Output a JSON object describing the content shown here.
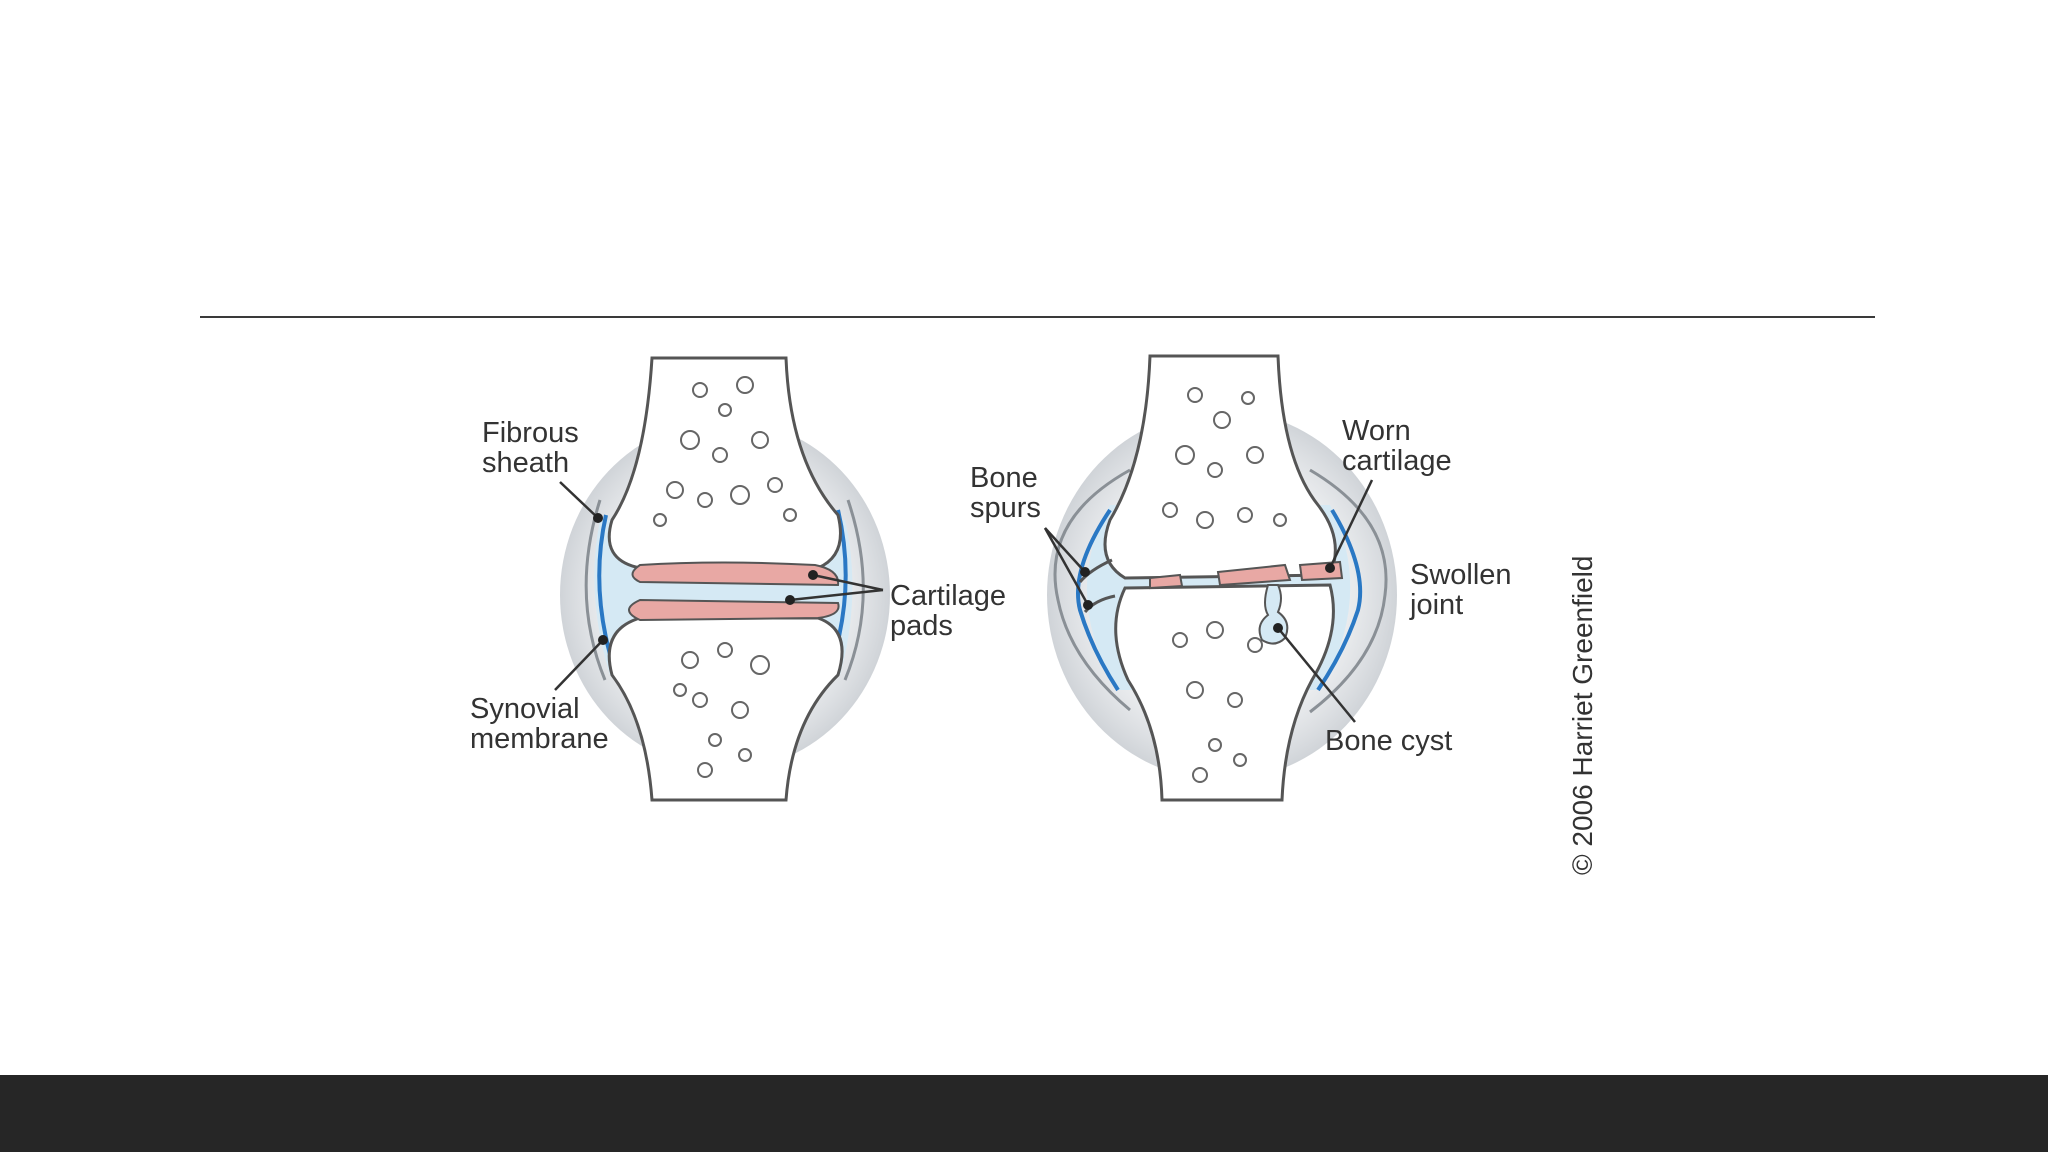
{
  "labels": {
    "fibrous_sheath": [
      "Fibrous",
      "sheath"
    ],
    "synovial_membrane": [
      "Synovial",
      "membrane"
    ],
    "cartilage_pads": [
      "Cartilage",
      "pads"
    ],
    "bone_spurs": [
      "Bone",
      "spurs"
    ],
    "worn_cartilage": [
      "Worn",
      "cartilage"
    ],
    "swollen_joint": [
      "Swollen",
      "joint"
    ],
    "bone_cyst": [
      "Bone cyst"
    ]
  },
  "credit": "© 2006 Harriet Greenfield",
  "colors": {
    "cartilage": "#e8a8a4",
    "synovial_fluid": "#d5e9f4",
    "membrane": "#2a78c4",
    "outline": "#555555",
    "footer": "#262626",
    "rule": "#3a3a3a"
  }
}
